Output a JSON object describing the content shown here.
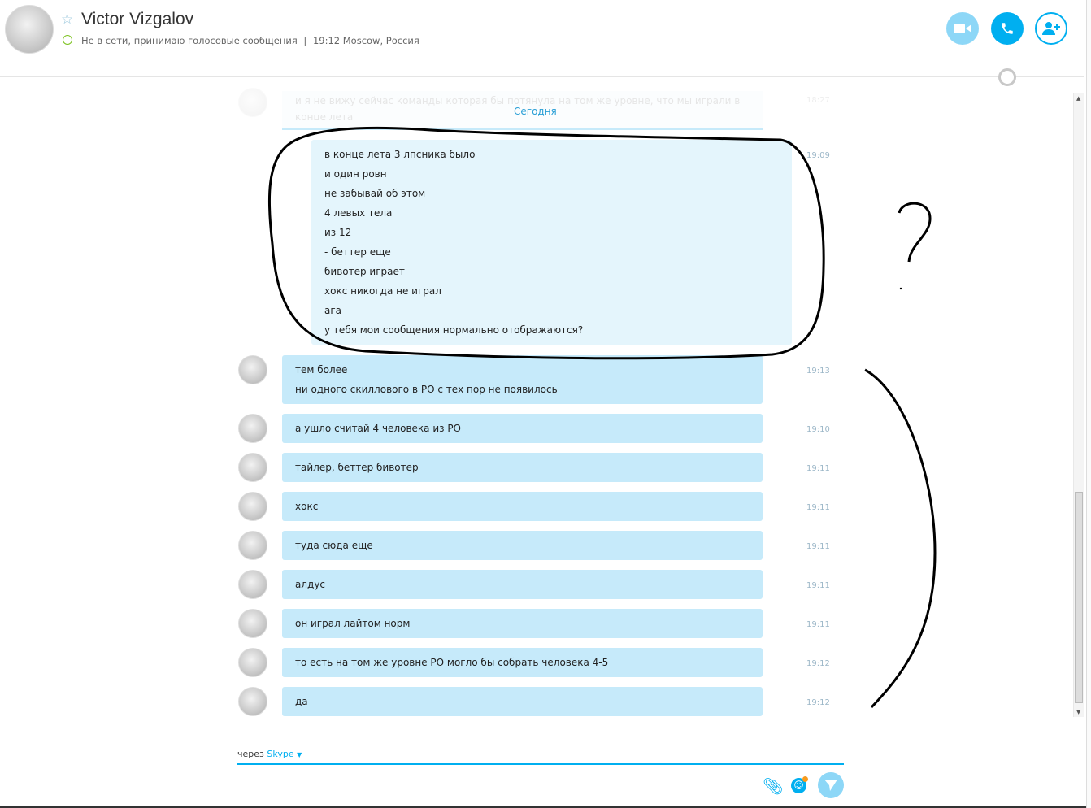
{
  "header": {
    "contact_name": "Victor Vizgalov",
    "status": "Не в сети, принимаю голосовые сообщения",
    "separator": "|",
    "local_time": "19:12 Moscow, Россия"
  },
  "colors": {
    "accent": "#00aff0",
    "bubble": "#c6eafa",
    "bubble_light": "#e4f5fc",
    "status_ring": "#7cc21f"
  },
  "date_divider": "Сегодня",
  "faded_message": {
    "text": "и я не вижу сейчас команды которая бы потянула на том же уровне, что мы играли в конце лета",
    "time": "18:27"
  },
  "highlight_group": {
    "time": "19:09",
    "lines": [
      "в конце лета 3 лпсника было",
      "и один ровн",
      "не забывай об этом",
      "4 левых тела",
      "из 12",
      "- беттер еще",
      "бивотер играет",
      "хокс никогда не играл",
      "ага",
      "у тебя мои сообщения нормально отображаются?"
    ]
  },
  "messages": [
    {
      "lines": [
        "тем более",
        "ни одного скиллового в РО с тех пор не появилось"
      ],
      "time": "19:13"
    },
    {
      "lines": [
        "а ушло считай 4 человека из РО"
      ],
      "time": "19:10"
    },
    {
      "lines": [
        "тайлер, беттер бивотер"
      ],
      "time": "19:11"
    },
    {
      "lines": [
        "хокс"
      ],
      "time": "19:11"
    },
    {
      "lines": [
        "туда сюда еще"
      ],
      "time": "19:11"
    },
    {
      "lines": [
        "алдус"
      ],
      "time": "19:11"
    },
    {
      "lines": [
        "он играл лайтом норм"
      ],
      "time": "19:11"
    },
    {
      "lines": [
        "то есть на том же уровне РО могло бы собрать человека 4-5"
      ],
      "time": "19:12"
    },
    {
      "lines": [
        "да"
      ],
      "time": "19:12"
    }
  ],
  "composer": {
    "via_label": "через",
    "service": "Skype"
  }
}
